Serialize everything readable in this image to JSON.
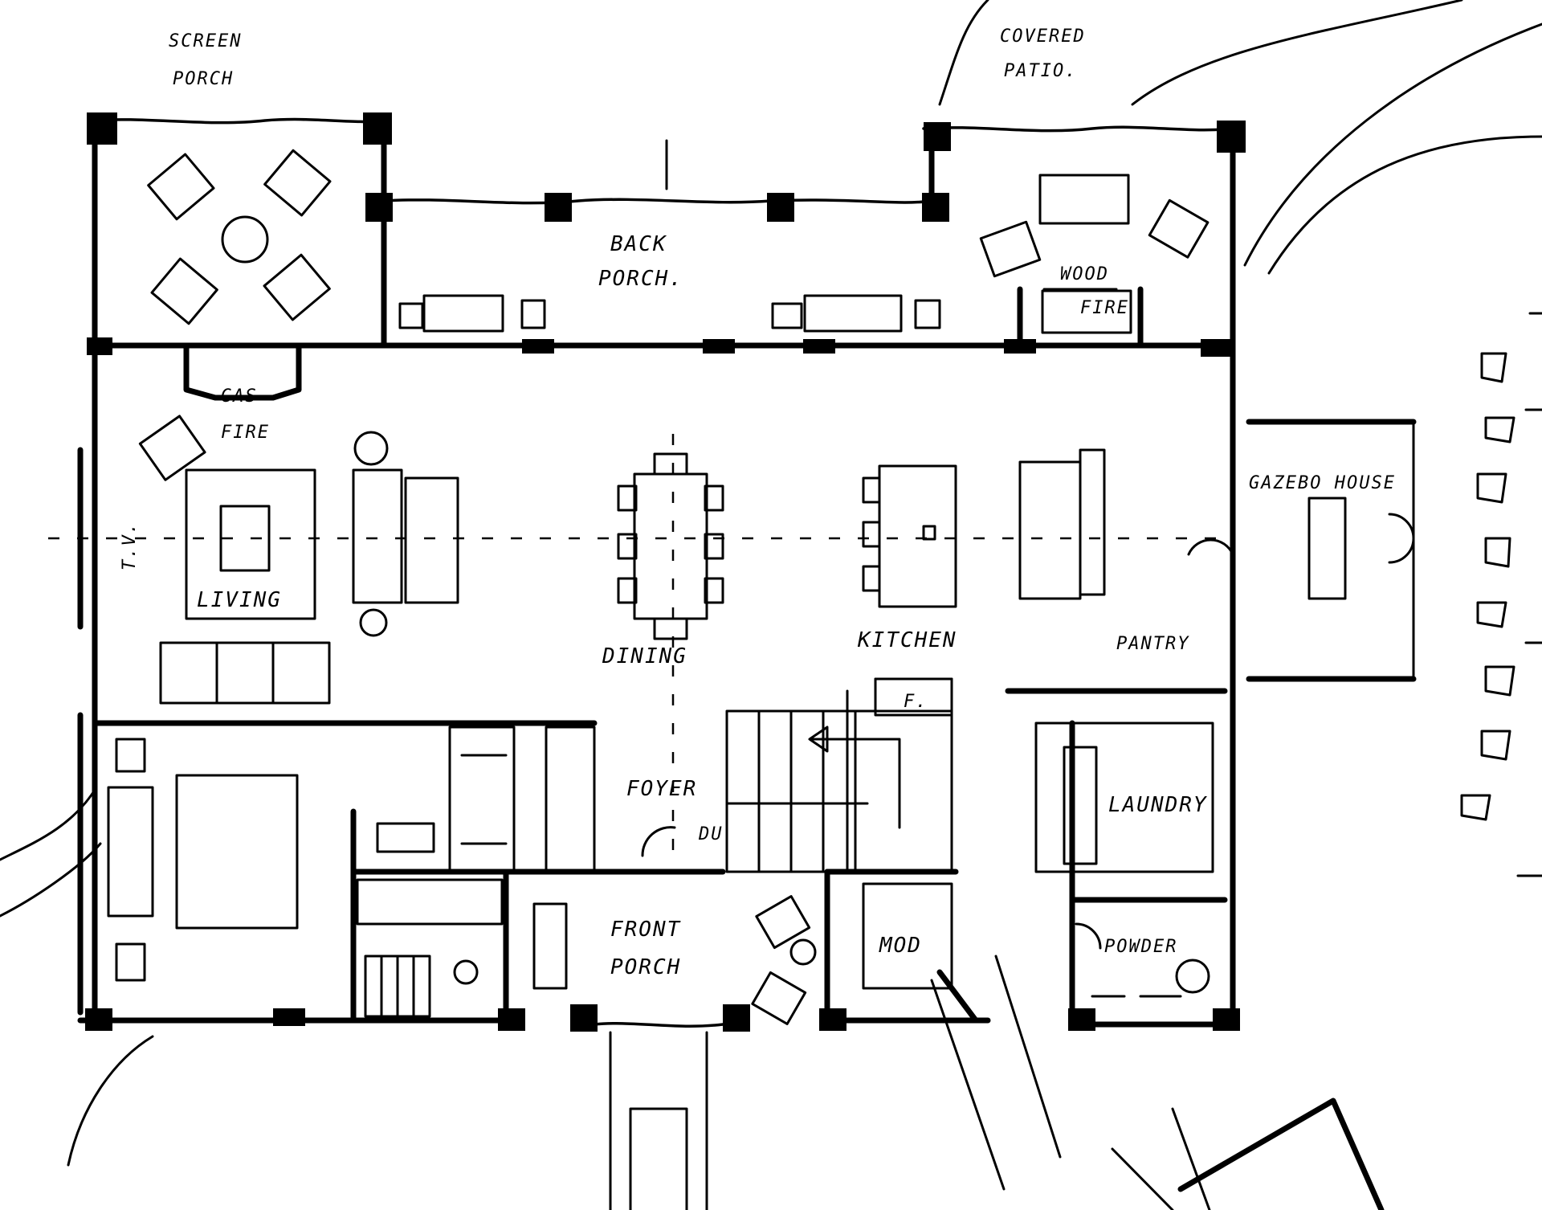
{
  "title": "",
  "colors": {
    "ink": "#000000",
    "paper": "#ffffff"
  },
  "rooms": {
    "screen_porch": [
      "SCREEN",
      "PORCH"
    ],
    "covered_patio": [
      "COVERED",
      "PATIO."
    ],
    "back_porch": [
      "BACK",
      "PORCH."
    ],
    "wood_fire": [
      "WOOD",
      "FIRE"
    ],
    "gas_fire": [
      "GAS",
      "FIRE"
    ],
    "tv": "T.V.",
    "living": "LIVING",
    "dining": "DINING",
    "kitchen": "KITCHEN",
    "pantry": "PANTRY",
    "gazebo_house": "GAZEBO HOUSE",
    "foyer": "FOYER",
    "du": "DU",
    "f": "F.",
    "laundry": "LAUNDRY",
    "front_porch": [
      "FRONT",
      "PORCH"
    ],
    "mod": "MOD",
    "powder": "POWDER"
  }
}
